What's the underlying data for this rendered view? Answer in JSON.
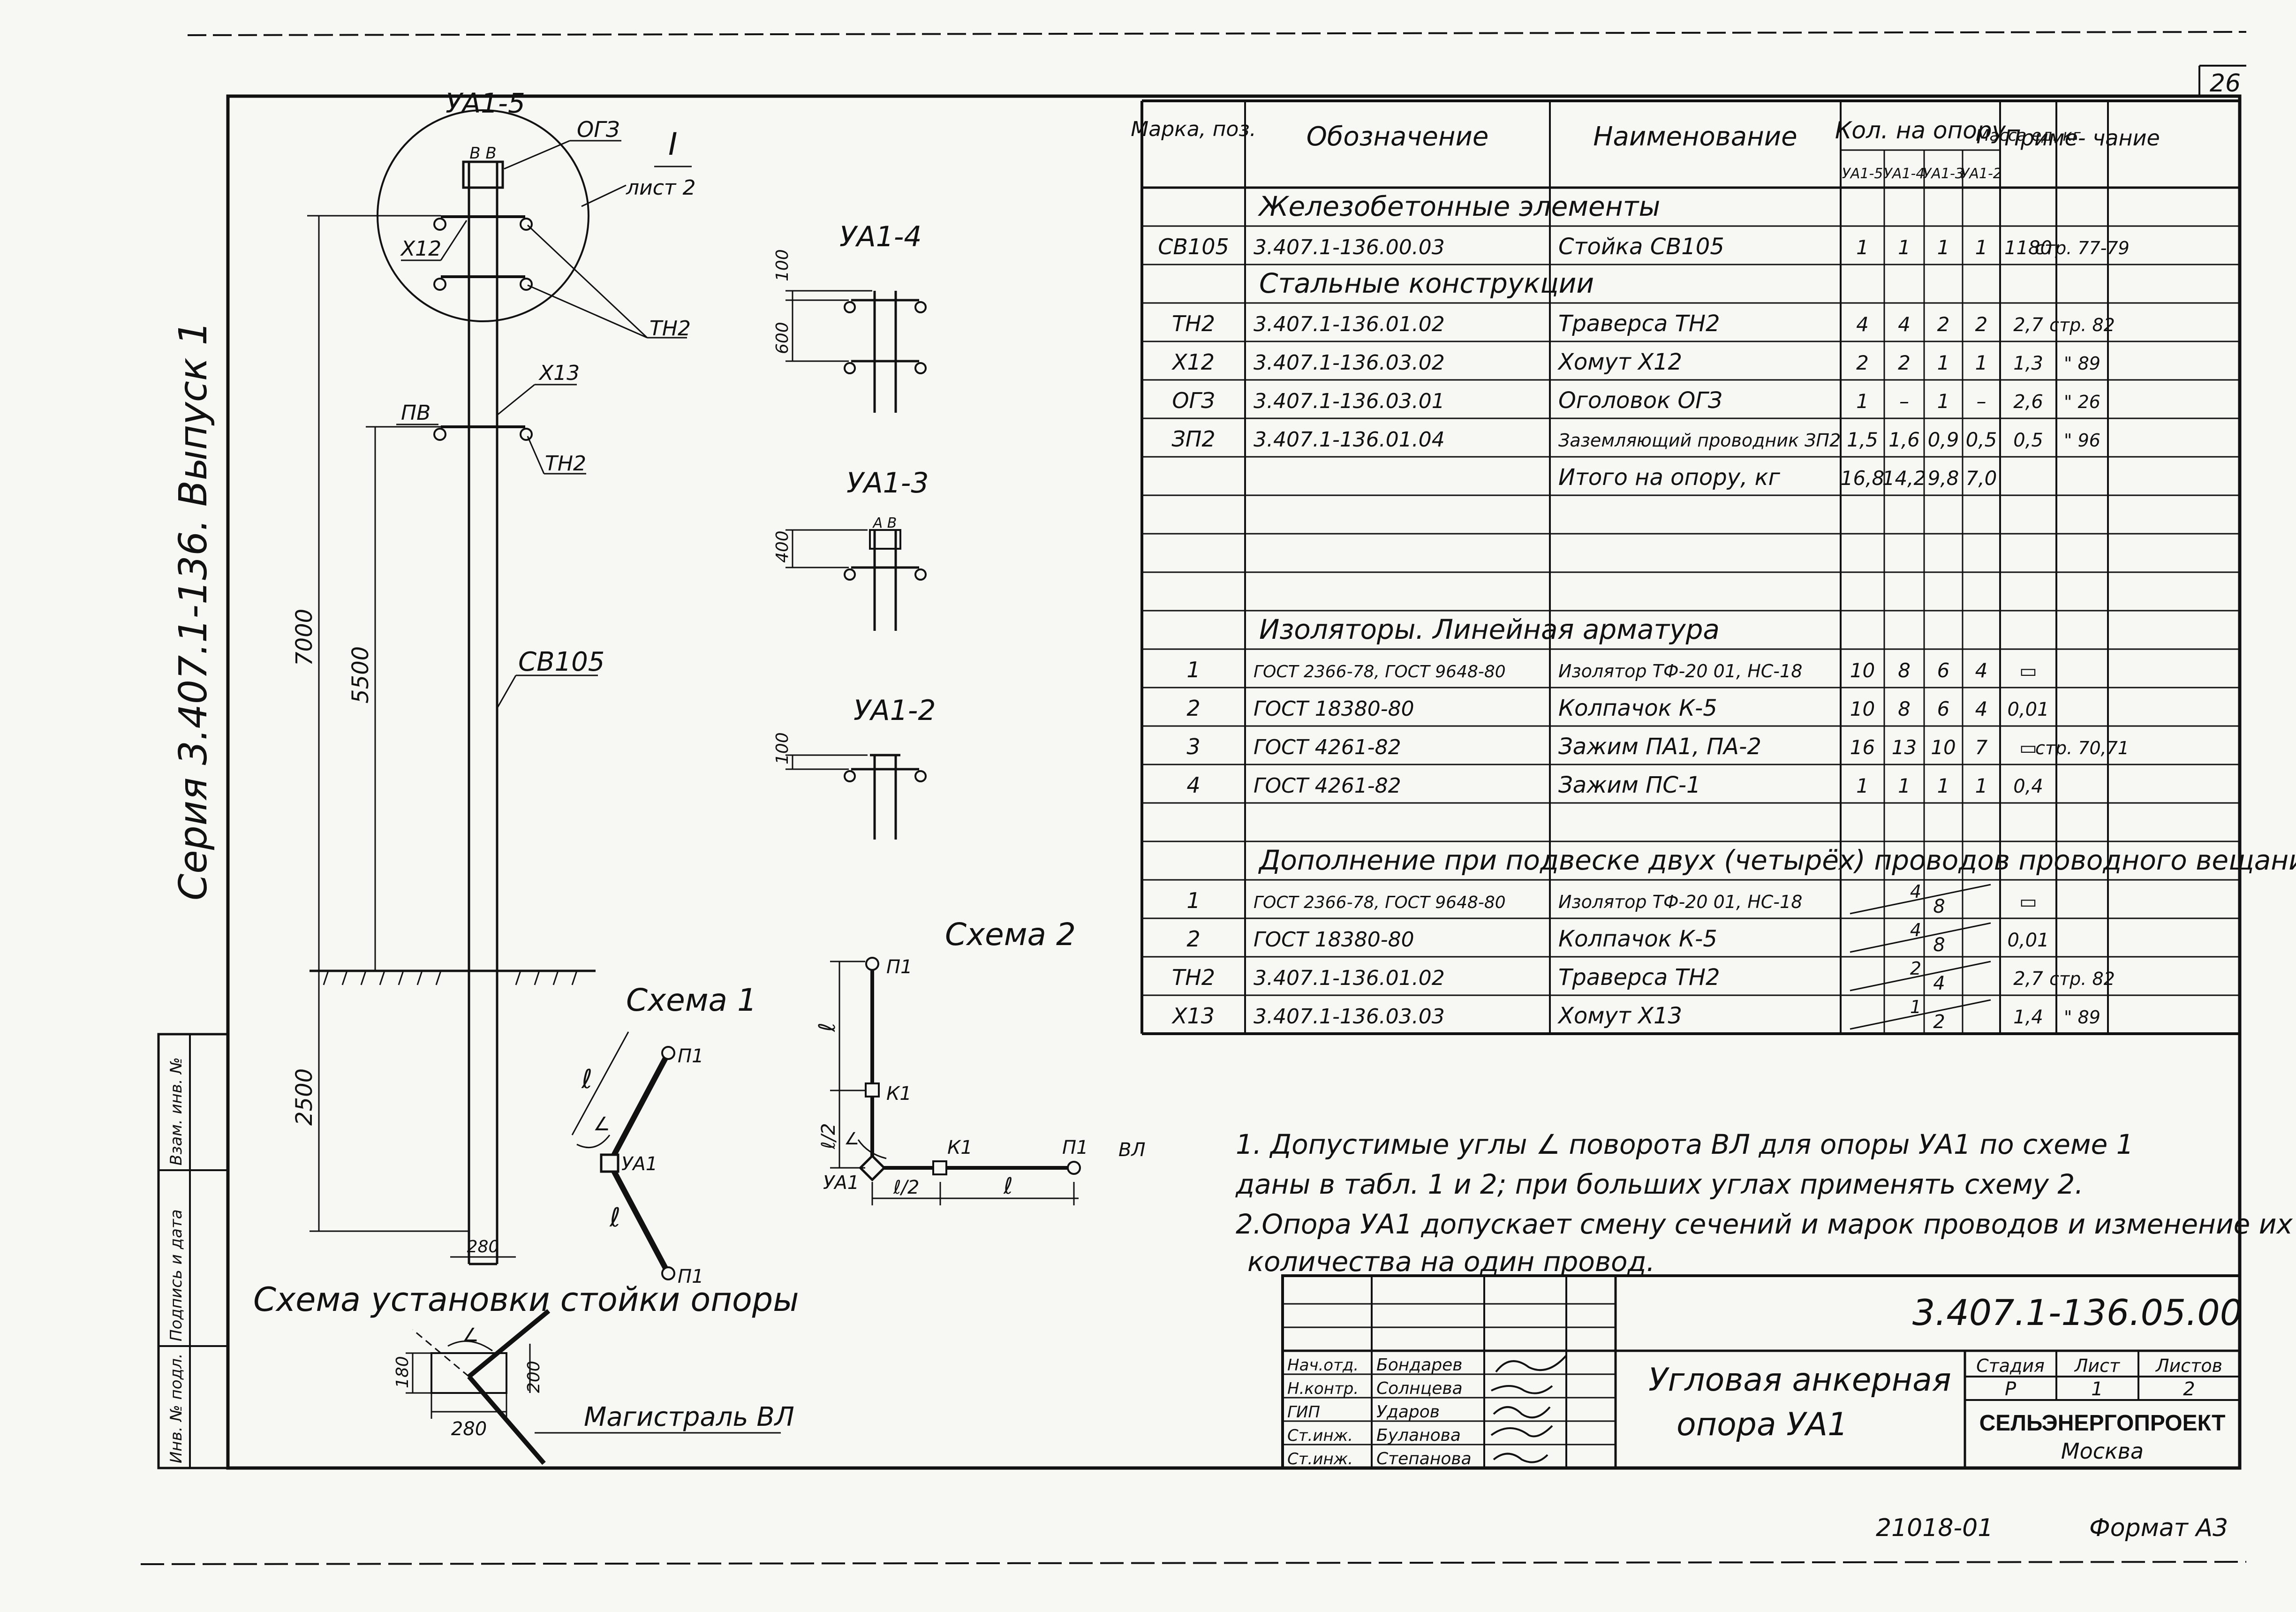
{
  "sheet": {
    "page_no": "26",
    "series_side": "Серия 3.407.1-136. Выпуск 1",
    "format": "Формат А3",
    "code": "21018-01"
  },
  "left_stamp": [
    "Инв. № подл.",
    "Подпись и дата",
    "Взам. инв. №"
  ],
  "drawing": {
    "ua1_5": "УА1-5",
    "ua1_4": "УА1-4",
    "ua1_3": "УА1-3",
    "ua1_2": "УА1-2",
    "label_ogz": "ОГЗ",
    "label_i": "I",
    "label_list2": "лист 2",
    "label_x12": "Х12",
    "label_tn2a": "ТН2",
    "label_x13": "Х13",
    "label_pv": "ПВ",
    "label_tn2b": "ТН2",
    "label_sv105": "СВ105",
    "label_v": "В В",
    "label_avb": "А В",
    "dim_7000": "7000",
    "dim_5500": "5500",
    "dim_2500": "2500",
    "dim_280": "280",
    "dim_100a": "100",
    "dim_600": "600",
    "dim_400": "400",
    "dim_100b": "100",
    "dim_unclear": "",
    "scheme1": "Схема 1",
    "scheme2": "Схема 2",
    "p1": "П1",
    "k1": "К1",
    "ua1": "УА1",
    "vl": "ВЛ",
    "l": "ℓ",
    "l2": "ℓ/2",
    "e2": "ℓ/2",
    "alpha": "∠",
    "install_title": "Схема установки стойки опоры",
    "dim_180": "180",
    "dim_200": "200",
    "dim_280b": "280",
    "mainline": "Магистраль ВЛ"
  },
  "table": {
    "headers": {
      "mark": "Марка, поз.",
      "designation": "Обозначение",
      "name": "Наименование",
      "qty": "Кол. на опору",
      "qty_sub": [
        "УА1-5",
        "УА1-4",
        "УА1-3",
        "УА1-2"
      ],
      "mass": "Масса ед. кг",
      "note": "Приме- чание"
    },
    "rows": [
      {
        "type": "section",
        "text": "Железобетонные элементы"
      },
      {
        "type": "item",
        "c": [
          "СВ105",
          "3.407.1-136.00.03",
          "Стойка СВ105",
          "1",
          "1",
          "1",
          "1",
          "1180",
          "стр. 77-79"
        ]
      },
      {
        "type": "section",
        "text": "Стальные конструкции"
      },
      {
        "type": "item",
        "c": [
          "ТН2",
          "3.407.1-136.01.02",
          "Траверса ТН2",
          "4",
          "4",
          "2",
          "2",
          "2,7",
          "стр. 82"
        ]
      },
      {
        "type": "item",
        "c": [
          "Х12",
          "3.407.1-136.03.02",
          "Хомут Х12",
          "2",
          "2",
          "1",
          "1",
          "1,3",
          "\" 89"
        ]
      },
      {
        "type": "item",
        "c": [
          "ОГЗ",
          "3.407.1-136.03.01",
          "Оголовок ОГЗ",
          "1",
          "–",
          "1",
          "–",
          "2,6",
          "\" 26"
        ]
      },
      {
        "type": "item",
        "c": [
          "ЗП2",
          "3.407.1-136.01.04",
          "Заземляющий проводник ЗП2",
          "1,5",
          "1,6",
          "0,9",
          "0,5",
          "0,5",
          "\" 96"
        ]
      },
      {
        "type": "item",
        "c": [
          "",
          "",
          "Итого на опору, кг",
          "16,8",
          "14,2",
          "9,8",
          "7,0",
          "",
          ""
        ]
      },
      {
        "type": "item",
        "c": [
          "",
          "",
          "",
          "",
          "",
          "",
          "",
          "",
          ""
        ]
      },
      {
        "type": "item",
        "c": [
          "",
          "",
          "",
          "",
          "",
          "",
          "",
          "",
          ""
        ]
      },
      {
        "type": "item",
        "c": [
          "",
          "",
          "",
          "",
          "",
          "",
          "",
          "",
          ""
        ]
      },
      {
        "type": "section",
        "text": "Изоляторы. Линейная арматура"
      },
      {
        "type": "item",
        "c": [
          "1",
          "ГОСТ 2366-78, ГОСТ 9648-80",
          "Изолятор ТФ-20 01, НС-18",
          "10",
          "8",
          "6",
          "4",
          "▭",
          ""
        ]
      },
      {
        "type": "item",
        "c": [
          "2",
          "ГОСТ 18380-80",
          "Колпачок К-5",
          "10",
          "8",
          "6",
          "4",
          "0,01",
          ""
        ]
      },
      {
        "type": "item",
        "c": [
          "3",
          "ГОСТ 4261-82",
          "Зажим ПА1, ПА-2",
          "16",
          "13",
          "10",
          "7",
          "▭",
          "стр. 70,71"
        ]
      },
      {
        "type": "item",
        "c": [
          "4",
          "ГОСТ 4261-82",
          "Зажим ПС-1",
          "1",
          "1",
          "1",
          "1",
          "0,4",
          ""
        ]
      },
      {
        "type": "item",
        "c": [
          "",
          "",
          "",
          "",
          "",
          "",
          "",
          "",
          ""
        ]
      },
      {
        "type": "section",
        "text": "Дополнение при подвеске двух (четырёх) проводов проводного вещания"
      },
      {
        "type": "split",
        "c": [
          "1",
          "ГОСТ 2366-78, ГОСТ 9648-80",
          "Изолятор ТФ-20 01, НС-18",
          "4",
          "8",
          "▭",
          ""
        ]
      },
      {
        "type": "split",
        "c": [
          "2",
          "ГОСТ 18380-80",
          "Колпачок К-5",
          "4",
          "8",
          "0,01",
          ""
        ]
      },
      {
        "type": "split",
        "c": [
          "ТН2",
          "3.407.1-136.01.02",
          "Траверса ТН2",
          "2",
          "4",
          "2,7",
          "стр. 82"
        ]
      },
      {
        "type": "split",
        "c": [
          "Х13",
          "3.407.1-136.03.03",
          "Хомут Х13",
          "1",
          "2",
          "1,4",
          "\" 89"
        ]
      }
    ]
  },
  "notes": [
    "1. Допустимые углы ∠ поворота ВЛ для опоры УА1 по схеме 1",
    "даны в табл. 1 и 2; при больших углах применять схему 2.",
    "2.Опора УА1 допускает смену сечений и марок проводов и изменение их",
    "количества на один провод."
  ],
  "titleblock": {
    "code": "3.407.1-136.05.00",
    "title_1": "Угловая анкерная",
    "title_2": "опора УА1",
    "stage_h": "Стадия",
    "sheet_h": "Лист",
    "sheets_h": "Листов",
    "stage": "Р",
    "sheet": "1",
    "sheets": "2",
    "org": "СЕЛЬЭНЕРГОПРОЕКТ",
    "city": "Москва",
    "people": [
      {
        "role": "Нач.отд.",
        "name": "Бондарев"
      },
      {
        "role": "Н.контр.",
        "name": "Солнцева"
      },
      {
        "role": "ГИП",
        "name": "Ударов"
      },
      {
        "role": "Ст.инж.",
        "name": "Буланова"
      },
      {
        "role": "Ст.инж.",
        "name": "Степанова"
      }
    ]
  }
}
